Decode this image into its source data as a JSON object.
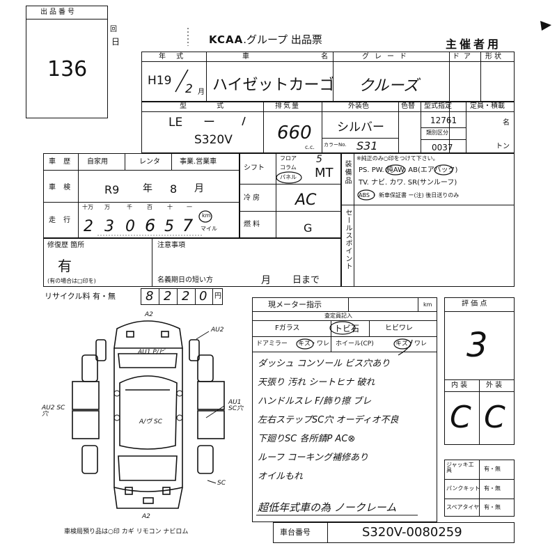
{
  "header": {
    "lot_label": "出品番号",
    "lot_number": "136",
    "frag_1": "回",
    "frag_2": "日",
    "brand": "KCAA",
    "title_rest": ".グループ 出品票",
    "organizer": "主催者用"
  },
  "row1": {
    "year_label": "年 式",
    "year_era": "H19",
    "year_month": "2",
    "month_unit": "月",
    "name_label": "車 名",
    "name": "ハイゼットカーゴ",
    "grade_label": "グレード",
    "grade": "クルーズ",
    "doors_label": "ドア",
    "shape_label": "形状"
  },
  "row2": {
    "model_label": "型 式",
    "model_prefix": "LE",
    "model_dash": "ー",
    "model_code": "S320V",
    "cc_label": "排気量",
    "cc_value": "660",
    "cc_unit": "c.c.",
    "color_label": "外装色",
    "color": "シルバー",
    "color_no_label": "カラーNo.",
    "color_no": "S31",
    "paint_label": "色替",
    "type_designation_label": "型式指定",
    "type_designation": "12761",
    "category_label": "類別区分",
    "category": "0037",
    "capacity_label": "定員・積載",
    "capacity_unit_1": "名",
    "capacity_unit_2": "トン"
  },
  "history": {
    "label": "車 歴",
    "opt_private": "自家用",
    "opt_rental": "レンタ",
    "opt_business": "事業.営業車",
    "shaken_label": "車 検",
    "shaken_era": "R9",
    "shaken_year_unit": "年",
    "shaken_month": "8",
    "shaken_month_unit": "月",
    "mileage_label": "走 行",
    "digit_headers": [
      "十万",
      "万",
      "千",
      "百",
      "十",
      "一"
    ],
    "mileage_digits": [
      "2",
      "3",
      "0",
      "6",
      "5",
      "7"
    ],
    "km_label": "km",
    "mile_label": "マイル"
  },
  "mid": {
    "shift_label": "シフト",
    "shift_floor": "フロア",
    "shift_column": "コラム",
    "shift_panel": "パネル",
    "shift_count": "5",
    "shift_value": "MT",
    "ac_label": "冷 房",
    "ac_value": "AC",
    "fuel_label": "燃 料",
    "fuel_value": "G"
  },
  "equipment": {
    "label": "装備品",
    "note": "※純正のみ○印をつけて下さい。",
    "line1": "PS. PW. 純AW. AB(エアバック)",
    "line2": "TV. ナビ. カワ. SR(サンルーフ)",
    "line3": "ABS ・ 新車保証書 ー(注) 後日送りのみ",
    "sales_point_label": "セールスポイント"
  },
  "repair": {
    "label": "修復歴 箇所",
    "value": "有",
    "note": "(有の場合は□印を)",
    "notes_label": "注意事項",
    "deadline_label": "名義期日の短い方",
    "month_unit": "月",
    "day_unit": "日まで"
  },
  "recycle": {
    "label": "リサイクル料 有・無",
    "digits": [
      "8",
      "2",
      "2",
      "0"
    ],
    "yen": "円"
  },
  "inspection": {
    "meter_label": "現メーター指示",
    "meter_unit": "km",
    "inspector_label": "査定員記入",
    "f_glass": "Fガラス",
    "f_glass_val": "トビ石",
    "crack": "ヒビワレ",
    "door_mirror": "ドアミラー",
    "door_mirror_val": "キズ・ワレ",
    "wheel": "ホイール(CP)",
    "wheel_val": "キズ・ワレ",
    "remarks": [
      "ダッシュ コンソール ビス穴あり",
      "天張り 汚れ シートヒナ 破れ",
      "ハンドルスレ F/飾り擦 ブレ",
      "左右ステップSC穴 オーディオ不良",
      "下廻りSC 各所錆P AC⊗",
      "ルーフ コーキング補修あり",
      "オイルもれ"
    ],
    "conclusion": "超低年式車の為 ノークレーム"
  },
  "score": {
    "label": "評 価 点",
    "value": "3",
    "interior_label": "内 装",
    "exterior_label": "外 装",
    "interior_value": "C",
    "exterior_value": "C"
  },
  "tools": {
    "jack_label": "ジャッキ工具",
    "jack_val": "有・無",
    "puncture_label": "パンクキット",
    "puncture_val": "有・無",
    "spare_label": "スペアタイヤ",
    "spare_val": "有・無"
  },
  "diagram": {
    "marks": [
      "A2",
      "AU2",
      "AU1 P/ビ",
      "AU2 SC穴",
      "AU1 SC穴",
      "A/ヴ SC",
      "SC",
      "A2"
    ],
    "stored_items": "車検局預り品は○印 カギ リモコン ナビロム"
  },
  "chassis": {
    "label": "車台番号",
    "value": "S320V-0080259"
  }
}
